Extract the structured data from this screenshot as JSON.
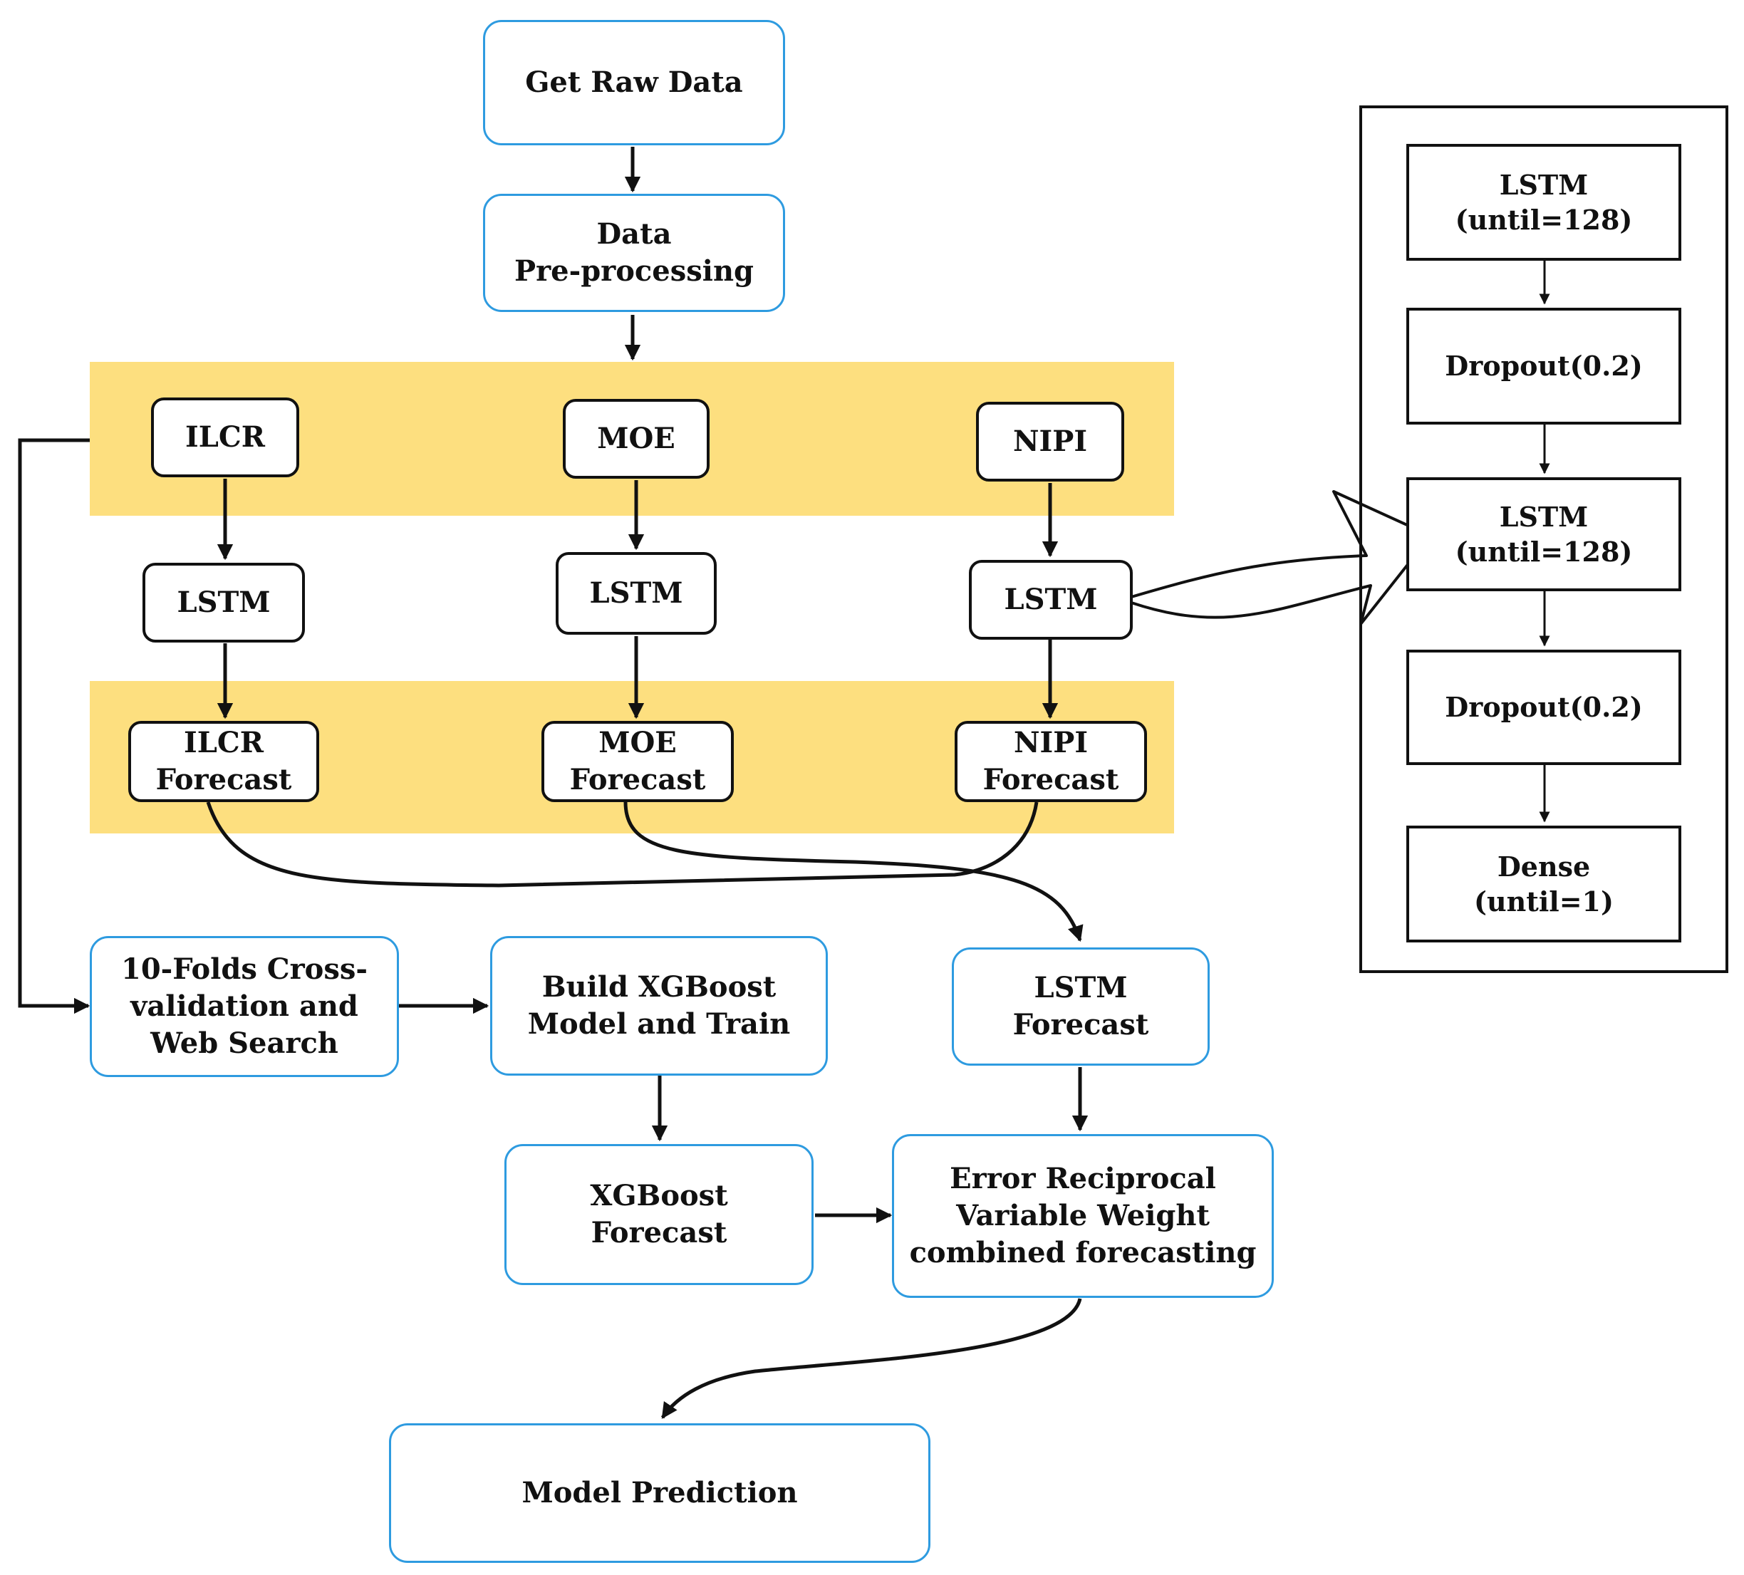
{
  "main_flow": {
    "get_raw_data": "Get  Raw Data",
    "preprocessing": "Data\nPre-processing",
    "inputs": [
      "ILCR",
      "MOE",
      "NIPI"
    ],
    "lstm": [
      "LSTM",
      "LSTM",
      "LSTM"
    ],
    "forecasts": [
      "ILCR\nForecast",
      "MOE\nForecast",
      "NIPI\nForecast"
    ],
    "cross_validation": "10-Folds Cross-\nvalidation and\nWeb Search",
    "build_xgboost": "Build XGBoost\nModel and Train",
    "lstm_forecast": "LSTM\nForecast",
    "xgboost_forecast": "XGBoost\nForecast",
    "combined": "Error Reciprocal\nVariable Weight\ncombined forecasting",
    "model_prediction": "Model Prediction"
  },
  "lstm_architecture": {
    "layers": [
      "LSTM\n(until=128)",
      "Dropout(0.2)",
      "LSTM\n(until=128)",
      "Dropout(0.2)",
      "Dense\n(until=1)"
    ]
  },
  "colors": {
    "band": "#FDDF7F",
    "blue_border": "#2E9BE0",
    "black_border": "#111111"
  }
}
